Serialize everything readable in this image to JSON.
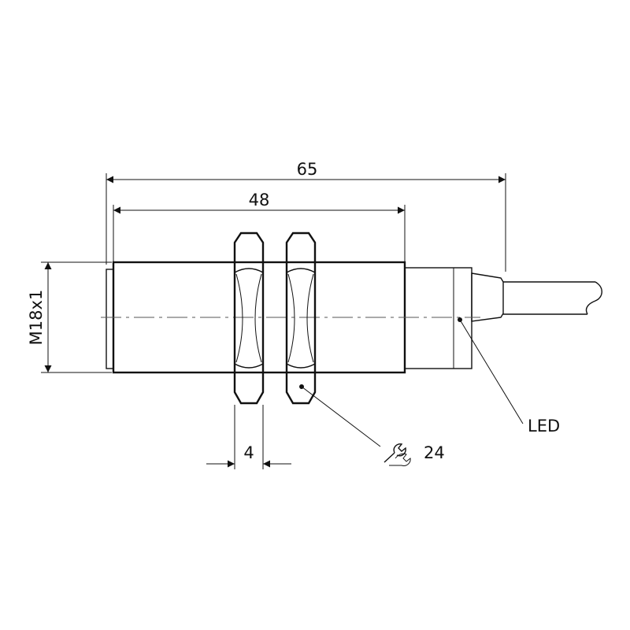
{
  "diagram": {
    "dimensions": {
      "overall_length": "65",
      "housing_length": "48",
      "thread": "M18x1",
      "nut_thickness": "4"
    },
    "labels": {
      "led": "LED",
      "wrench_size": "24"
    },
    "icons": {
      "wrench": "wrench-icon"
    },
    "colors": {
      "line": "#111111",
      "background": "#ffffff"
    }
  }
}
